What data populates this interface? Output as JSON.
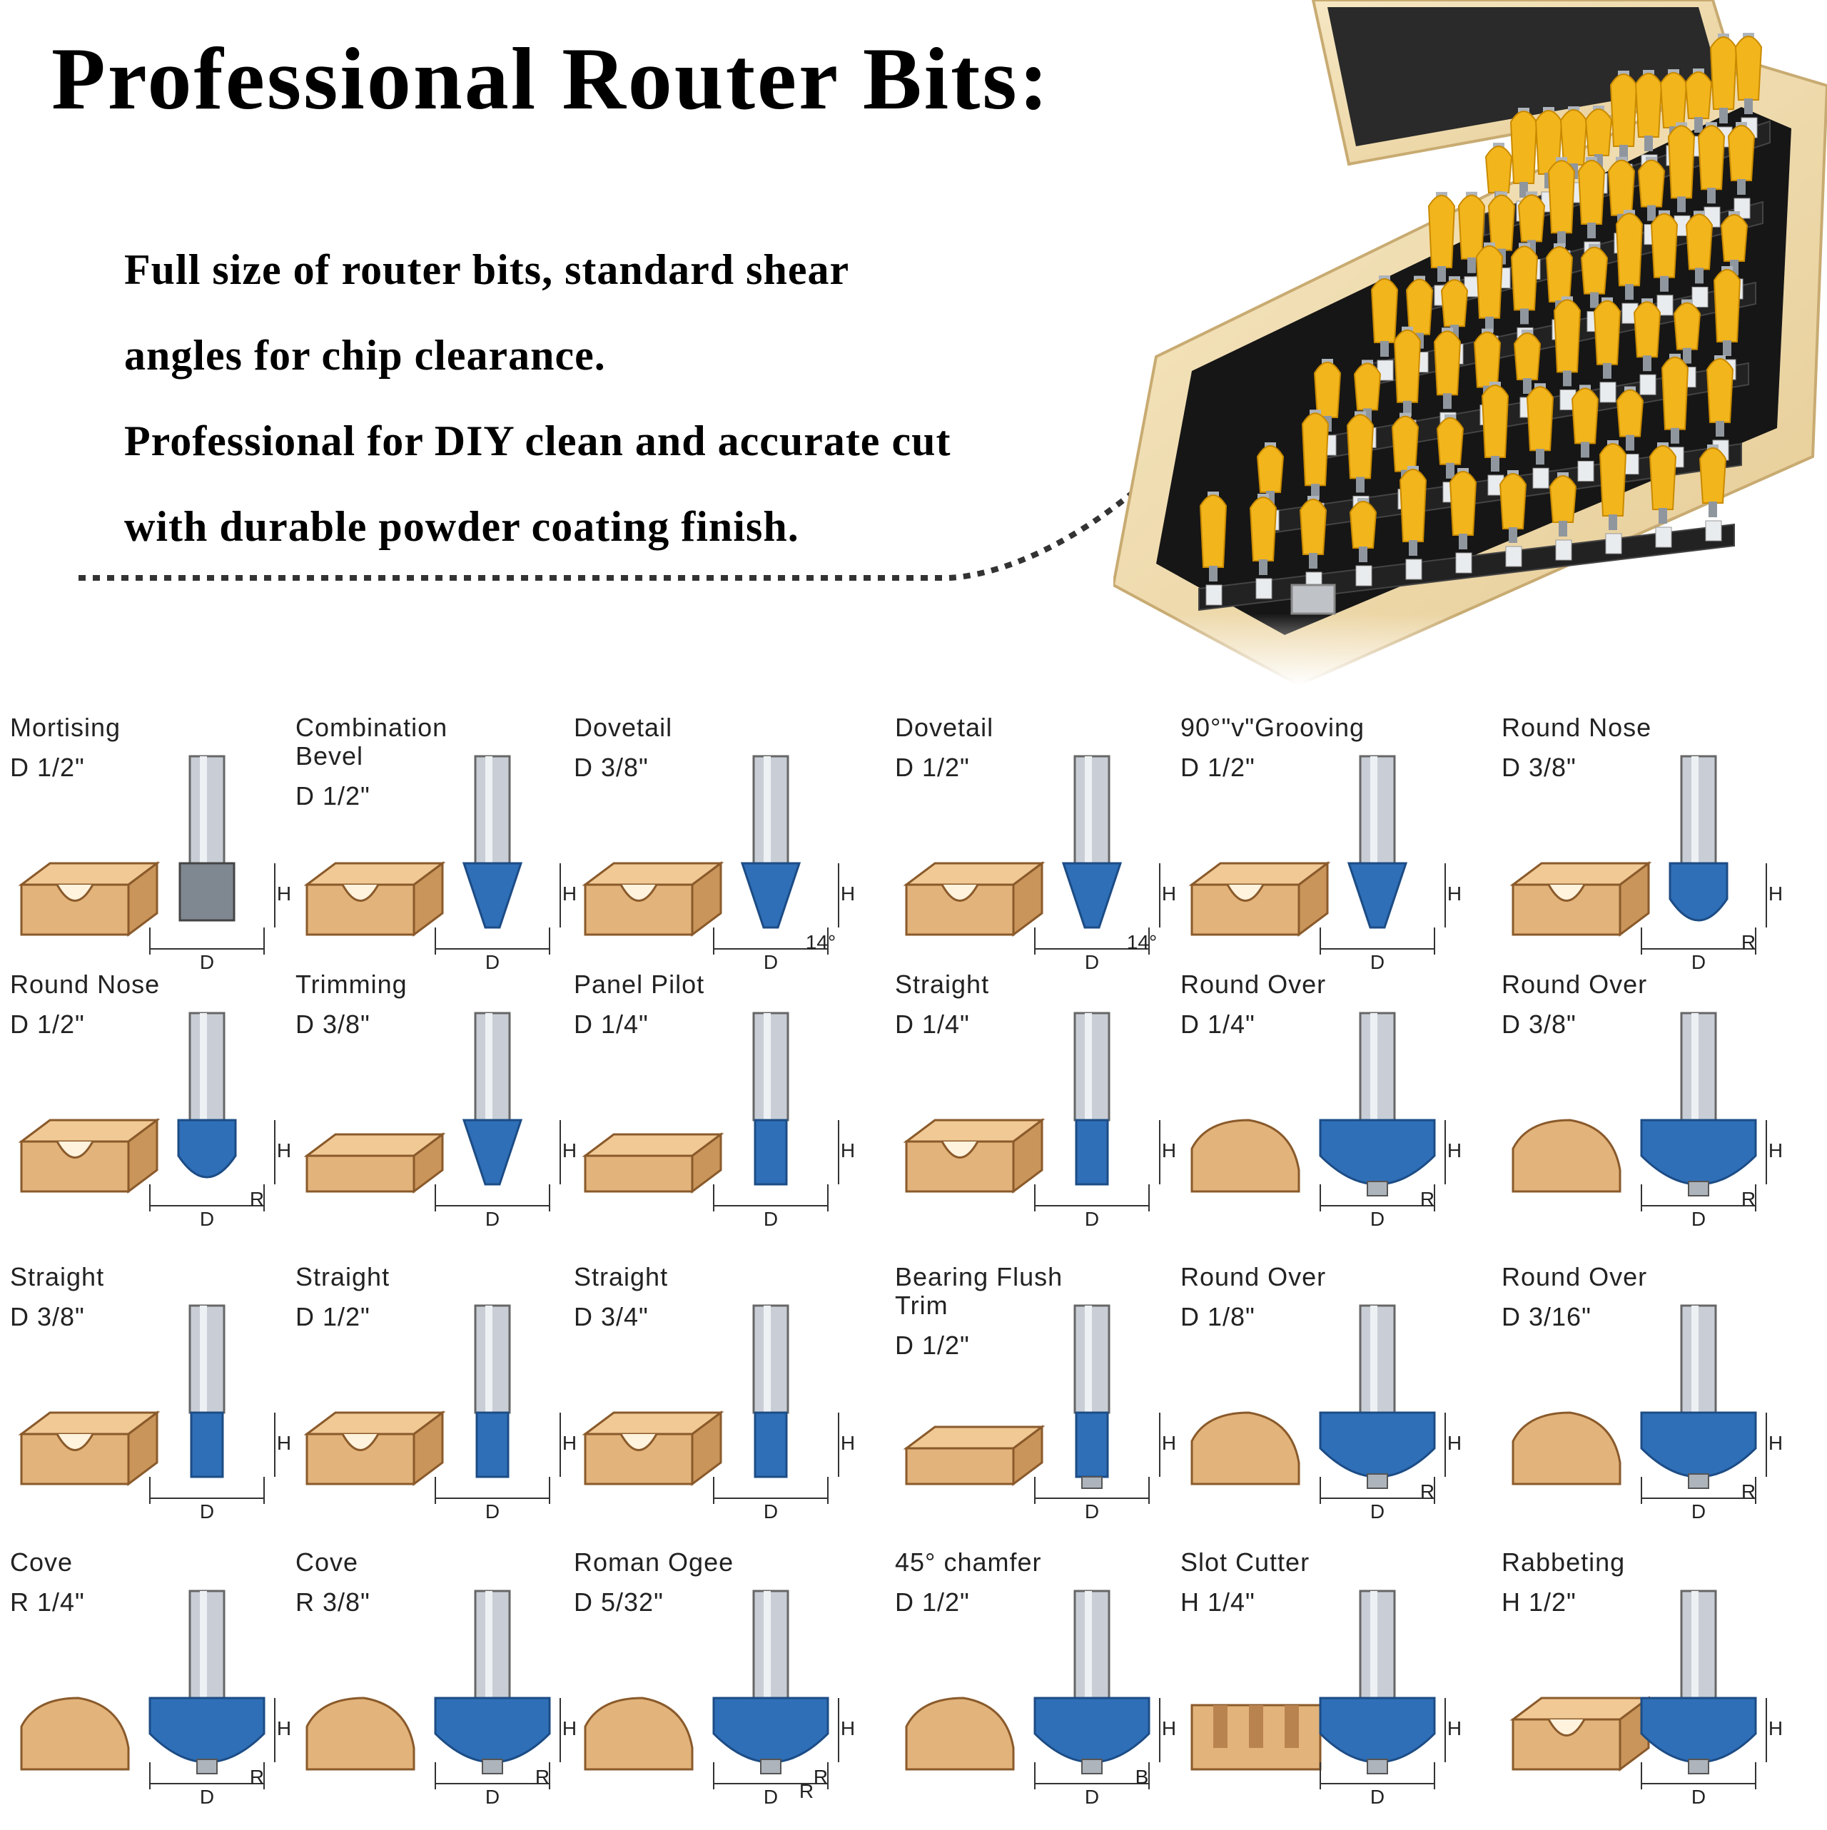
{
  "header": {
    "title": "Professional Router Bits:",
    "lines": [
      "Full size of router bits, standard shear",
      "angles for chip clearance.",
      "Professional for DIY clean and accurate cut",
      "with durable powder coating finish."
    ]
  },
  "colors": {
    "bit_blue": "#2f6fb8",
    "steel": "#c9ced6",
    "wood": "#e2b37a",
    "bit_yellow": "#f2b51c",
    "case_wood": "#f0ddb1"
  },
  "bits": [
    {
      "name": "Mortising",
      "size": "D 1/2\"",
      "type": "mortise",
      "labels": [
        "H",
        "D"
      ]
    },
    {
      "name": "Combination Bevel",
      "size": "D 1/2\"",
      "type": "bevel",
      "labels": [
        "H",
        "D"
      ]
    },
    {
      "name": "Dovetail",
      "size": "D 3/8\"",
      "type": "dovetail",
      "labels": [
        "H",
        "D",
        "14°"
      ]
    },
    {
      "name": "Dovetail",
      "size": "D 1/2\"",
      "type": "dovetail",
      "labels": [
        "H",
        "D",
        "14°"
      ]
    },
    {
      "name": "90°\"v\"Grooving",
      "size": "D 1/2\"",
      "type": "vgroove",
      "labels": [
        "H",
        "D"
      ]
    },
    {
      "name": "Round Nose",
      "size": "D 3/8\"",
      "type": "roundnose",
      "labels": [
        "H",
        "D",
        "R"
      ]
    },
    {
      "name": "Round Nose",
      "size": "D 1/2\"",
      "type": "roundnose",
      "labels": [
        "H",
        "D",
        "R"
      ]
    },
    {
      "name": "Trimming",
      "size": "D 3/8\"",
      "type": "trim",
      "labels": [
        "H",
        "D"
      ]
    },
    {
      "name": "Panel Pilot",
      "size": "D 1/4\"",
      "type": "panel",
      "labels": [
        "H",
        "D"
      ]
    },
    {
      "name": "Straight",
      "size": "D 1/4\"",
      "type": "straight",
      "labels": [
        "H",
        "D"
      ]
    },
    {
      "name": "Round Over",
      "size": "D 1/4\"",
      "type": "roundover",
      "labels": [
        "H",
        "D",
        "R"
      ]
    },
    {
      "name": "Round Over",
      "size": "D 3/8\"",
      "type": "roundover",
      "labels": [
        "H",
        "D",
        "R"
      ]
    },
    {
      "name": "Straight",
      "size": "D 3/8\"",
      "type": "straight",
      "labels": [
        "H",
        "D"
      ]
    },
    {
      "name": "Straight",
      "size": "D 1/2\"",
      "type": "straight",
      "labels": [
        "H",
        "D"
      ]
    },
    {
      "name": "Straight",
      "size": "D 3/4\"",
      "type": "straight",
      "labels": [
        "H",
        "D"
      ]
    },
    {
      "name": "Bearing Flush Trim",
      "size": "D 1/2\"",
      "type": "flush",
      "labels": [
        "H",
        "D"
      ]
    },
    {
      "name": "Round Over",
      "size": "D 1/8\"",
      "type": "roundover",
      "labels": [
        "H",
        "D",
        "R"
      ]
    },
    {
      "name": "Round Over",
      "size": "D 3/16\"",
      "type": "roundover",
      "labels": [
        "H",
        "D",
        "R"
      ]
    },
    {
      "name": "Cove",
      "size": "R 1/4\"",
      "type": "cove",
      "labels": [
        "H",
        "D",
        "R"
      ]
    },
    {
      "name": "Cove",
      "size": "R 3/8\"",
      "type": "cove",
      "labels": [
        "H",
        "D",
        "R"
      ]
    },
    {
      "name": "Roman Ogee",
      "size": "D 5/32\"",
      "type": "ogee",
      "labels": [
        "H",
        "D",
        "R",
        "R"
      ]
    },
    {
      "name": "45° chamfer",
      "size": "D 1/2\"",
      "type": "chamfer",
      "labels": [
        "H",
        "D",
        "B"
      ]
    },
    {
      "name": "Slot Cutter",
      "size": "H 1/4\"",
      "type": "slot",
      "labels": [
        "H",
        "D"
      ]
    },
    {
      "name": "Rabbeting",
      "size": "H 1/2\"",
      "type": "rabbet",
      "labels": [
        "H",
        "D"
      ]
    }
  ]
}
